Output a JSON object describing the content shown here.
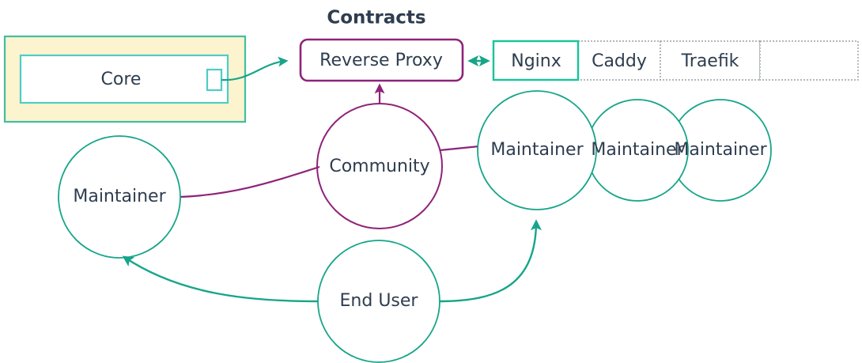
{
  "diagram": {
    "title": "Contracts",
    "colors": {
      "teal": "#17A589",
      "teal_light": "#4ECDC4",
      "purple": "#8E2379",
      "text": "#2E3D50",
      "yellow_fill": "#FCF3CF",
      "dotted_gray": "#9aa0a6",
      "white": "#ffffff"
    },
    "core_package": {
      "name": "core-package",
      "inner_label": "Core",
      "port_label": ""
    },
    "reverse_proxy": {
      "label": "Reverse Proxy"
    },
    "implementations_table": {
      "cells": [
        {
          "label": "Nginx",
          "selected": true
        },
        {
          "label": "Caddy",
          "selected": false
        },
        {
          "label": "Traefik",
          "selected": false
        },
        {
          "label": "",
          "selected": false
        }
      ]
    },
    "actors": [
      {
        "id": "maintainer-left",
        "label": "Maintainer"
      },
      {
        "id": "community",
        "label": "Community"
      },
      {
        "id": "maintainer-right-1",
        "label": "Maintainer"
      },
      {
        "id": "maintainer-right-2",
        "label": "Maintainer"
      },
      {
        "id": "maintainer-right-3",
        "label": "Maintainer"
      },
      {
        "id": "end-user",
        "label": "End User"
      }
    ],
    "edges": [
      {
        "id": "core-to-proxy",
        "from": "core-package",
        "to": "reverse-proxy",
        "style": "curve-arrow",
        "color": "teal"
      },
      {
        "id": "proxy-to-nginx",
        "from": "reverse-proxy",
        "to": "nginx",
        "style": "double-arrow",
        "color": "teal"
      },
      {
        "id": "community-to-proxy",
        "from": "community",
        "to": "reverse-proxy",
        "style": "arrow",
        "color": "purple"
      },
      {
        "id": "maintainer-left-to-community",
        "from": "maintainer-left",
        "to": "community",
        "style": "line",
        "color": "purple"
      },
      {
        "id": "community-to-maintainer-right",
        "from": "community",
        "to": "maintainer-right-1",
        "style": "line",
        "color": "purple"
      },
      {
        "id": "end-user-to-maintainer-left",
        "from": "end-user",
        "to": "maintainer-left",
        "style": "curve-arrow",
        "color": "teal"
      },
      {
        "id": "end-user-to-maintainer-right",
        "from": "end-user",
        "to": "maintainer-right-1",
        "style": "curve-arrow",
        "color": "teal"
      }
    ]
  }
}
